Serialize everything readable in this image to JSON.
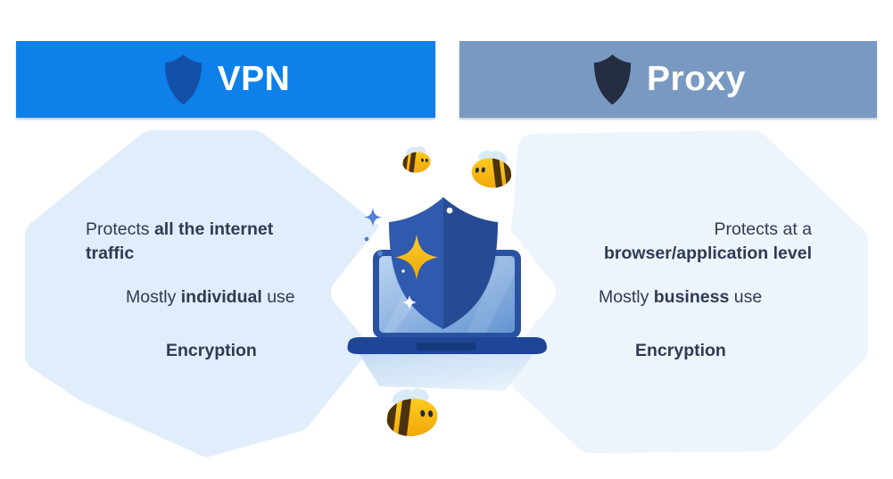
{
  "left_panel": {
    "header_label": "VPN",
    "features": [
      {
        "pre": "Protects ",
        "bold": "all the internet traffic",
        "post": ""
      },
      {
        "pre": "Mostly ",
        "bold": "individual",
        "post": " use"
      },
      {
        "pre": "",
        "bold": "Encryption",
        "post": ""
      }
    ]
  },
  "right_panel": {
    "header_label": "Proxy",
    "features": [
      {
        "pre": "Protects at a ",
        "bold": "browser/application level",
        "post": ""
      },
      {
        "pre": "Mostly ",
        "bold": "business",
        "post": " use"
      },
      {
        "pre": "",
        "bold": "Encryption",
        "post": ""
      }
    ]
  },
  "illustration": {
    "icons": [
      "shield-with-star-icon",
      "laptop-icon",
      "bee-icon",
      "bee-icon",
      "bee-icon",
      "sparkle-icon"
    ]
  },
  "colors": {
    "vpn_banner": "#0E80E9",
    "proxy_banner": "#7899C2",
    "vpn_shield_icon": "#1450A8",
    "proxy_shield_icon": "#252E40",
    "body_text": "#2E3B52",
    "blob_left": "#E0EDFA",
    "blob_right": "#EDF4FC",
    "shield_left_half": "#2F5AAE",
    "shield_right_half": "#264B94",
    "star_gold": "#F6B91A",
    "laptop_frame": "#2A52A3",
    "laptop_base": "#1D4697",
    "bee_body": "#FFC117",
    "bee_stripe": "#4C320E"
  }
}
